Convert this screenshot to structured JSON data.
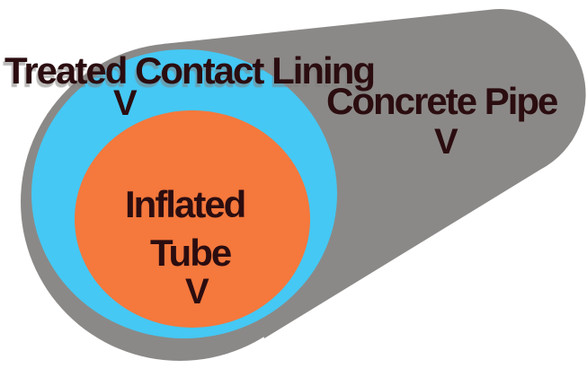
{
  "diagram": {
    "colors": {
      "background": "#ffffff",
      "pipe_gray": "#8b8987",
      "lining_cyan": "#45c8f4",
      "tube_orange": "#f5783c",
      "text": "#2b0d10"
    },
    "labels": {
      "lining": "Treated Contact Lining",
      "pipe": "Concrete Pipe",
      "tube_line1": "Inflated",
      "tube_line2": "Tube"
    },
    "pointers": {
      "lining": "V",
      "pipe": "V",
      "tube": "V"
    }
  }
}
